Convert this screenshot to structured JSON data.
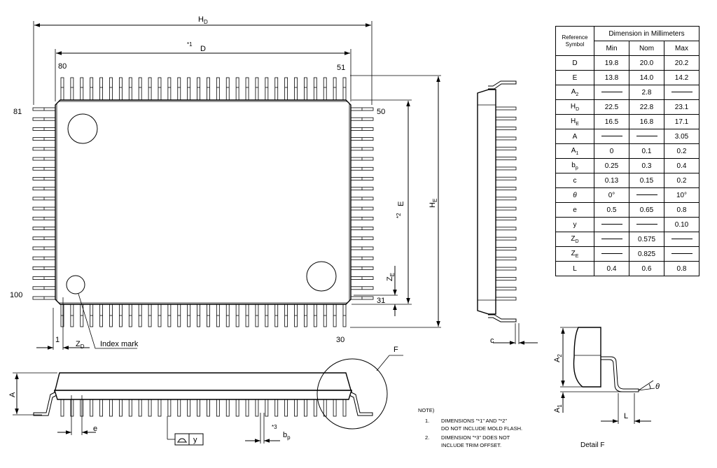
{
  "labels": {
    "hd_main": "H",
    "hd_sub": "D",
    "note_star1": "*1",
    "d_label": "D",
    "pin_80": "80",
    "pin_51": "51",
    "pin_81": "81",
    "pin_50": "50",
    "pin_100": "100",
    "pin_31": "31",
    "pin_1": "1",
    "pin_30": "30",
    "zd_main": "Z",
    "zd_sub": "D",
    "index_mark": "Index mark",
    "e_star2": "*2",
    "e_label": "E",
    "he_main": "H",
    "he_sub": "E",
    "ze_main": "Z",
    "ze_sub": "E",
    "a_label": "A",
    "e_pitch": "e",
    "star3": "*3",
    "bp_main": "b",
    "bp_sub": "p",
    "y_label": "y",
    "f_label": "F",
    "c_label": "c",
    "a2_main": "A",
    "a2_sub": "2",
    "a1_main": "A",
    "a1_sub": "1",
    "theta": "θ",
    "l_label": "L",
    "detail_f": "Detail F"
  },
  "notes": {
    "heading": "NOTE)",
    "n1_num": "1.",
    "n1_line1": "DIMENSIONS \"*1\" AND \"*2\"",
    "n1_line2": "DO NOT INCLUDE MOLD FLASH.",
    "n2_num": "2.",
    "n2_line1": "DIMENSION \"*3\" DOES NOT",
    "n2_line2": "INCLUDE TRIM OFFSET."
  },
  "table": {
    "ref_line1": "Reference",
    "ref_line2": "Symbol",
    "group_header": "Dimension in Millimeters",
    "col_min": "Min",
    "col_nom": "Nom",
    "col_max": "Max",
    "rows": [
      {
        "sym": "D",
        "sub": "",
        "min": "19.8",
        "nom": "20.0",
        "max": "20.2"
      },
      {
        "sym": "E",
        "sub": "",
        "min": "13.8",
        "nom": "14.0",
        "max": "14.2"
      },
      {
        "sym": "A",
        "sub": "2",
        "min": "",
        "nom": "2.8",
        "max": ""
      },
      {
        "sym": "H",
        "sub": "D",
        "min": "22.5",
        "nom": "22.8",
        "max": "23.1"
      },
      {
        "sym": "H",
        "sub": "E",
        "min": "16.5",
        "nom": "16.8",
        "max": "17.1"
      },
      {
        "sym": "A",
        "sub": "",
        "min": "",
        "nom": "",
        "max": "3.05"
      },
      {
        "sym": "A",
        "sub": "1",
        "min": "0",
        "nom": "0.1",
        "max": "0.2"
      },
      {
        "sym": "b",
        "sub": "p",
        "min": "0.25",
        "nom": "0.3",
        "max": "0.4"
      },
      {
        "sym": "c",
        "sub": "",
        "min": "0.13",
        "nom": "0.15",
        "max": "0.2"
      },
      {
        "sym": "θ",
        "sub": "",
        "min": "0°",
        "nom": "",
        "max": "10°"
      },
      {
        "sym": "e",
        "sub": "",
        "min": "0.5",
        "nom": "0.65",
        "max": "0.8"
      },
      {
        "sym": "y",
        "sub": "",
        "min": "",
        "nom": "",
        "max": "0.10"
      },
      {
        "sym": "Z",
        "sub": "D",
        "min": "",
        "nom": "0.575",
        "max": ""
      },
      {
        "sym": "Z",
        "sub": "E",
        "min": "",
        "nom": "0.825",
        "max": ""
      },
      {
        "sym": "L",
        "sub": "",
        "min": "0.4",
        "nom": "0.6",
        "max": "0.8"
      }
    ]
  }
}
